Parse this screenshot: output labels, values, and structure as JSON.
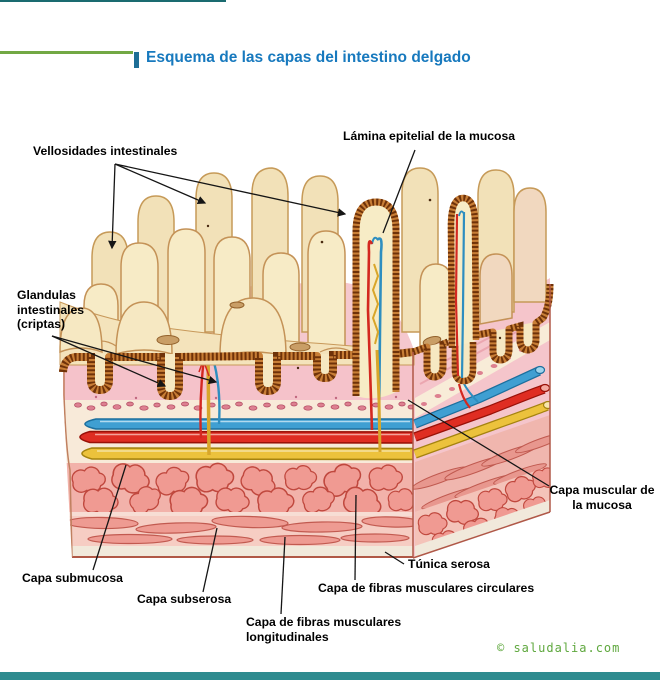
{
  "header": {
    "title": "Esquema de las capas del intestino delgado",
    "title_color": "#1779be",
    "rule_color": "#72a844",
    "tick_color": "#1d6e96",
    "top_line_color": "#1a6b70"
  },
  "labels": {
    "vellosidades": "Vellosidades intestinales",
    "lamina_epitelial": "Lámina epitelial de la mucosa",
    "glandulas": "Glandulas intestinales (criptas)",
    "capa_muscular_mucosa": "Capa muscular de la mucosa",
    "tunica_serosa": "Túnica serosa",
    "capa_submucosa": "Capa submucosa",
    "capa_subserosa": "Capa subserosa",
    "fibras_circulares": "Capa de fibras musculares circulares",
    "fibras_longitudinales": "Capa de fibras musculares longitudinales"
  },
  "footer": {
    "copyright": "© saludalia.com",
    "copyright_color": "#5fa83e",
    "bottom_bar_color": "#2e8b8f"
  },
  "illustration": {
    "subject": "layers of the small intestine wall, 3D cut block",
    "colors": {
      "villus_cream": "#f7ebc6",
      "villus_outline": "#c49257",
      "epithelium_braid_dark": "#6f3209",
      "epithelium_braid_orange": "#c87e36",
      "mucosa_pink": "#f5c2ca",
      "vessel_blue": "#3f9fd2",
      "vessel_red": "#df2d22",
      "vessel_yellow": "#ecc23c",
      "muscle_salmon": "#ee9b92",
      "muscle_outline": "#c25a50",
      "serosa": "#f1e9db"
    }
  }
}
